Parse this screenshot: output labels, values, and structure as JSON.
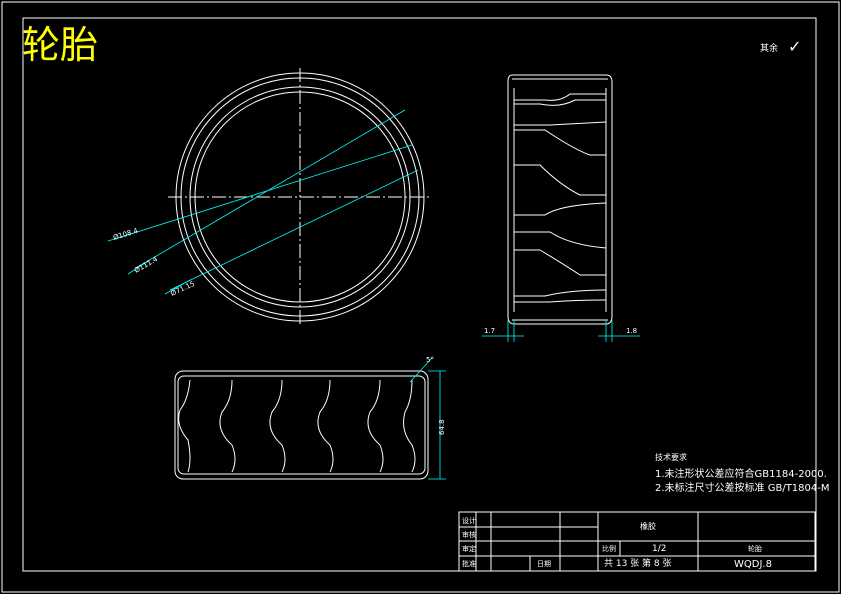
{
  "title": "轮胎",
  "roughness_label": "其余",
  "roughness_mark": "✓",
  "dimensions": {
    "d1": "Ø108.4",
    "d2": "Ø111.4",
    "d3": "Ø71.15",
    "w_left": "1.7",
    "w_right": "1.8",
    "height": "64.8",
    "angle": "5°"
  },
  "tech_requirements": {
    "heading": "技术要求",
    "line1": "1.未注形状公差应符合GB1184-2000.",
    "line2": "2.未标注尺寸公差按标准 GB/T1804-M"
  },
  "title_block": {
    "design": "设计",
    "check": "审核",
    "review": "审定",
    "approve": "批准",
    "date": "日期",
    "material": "橡胶",
    "scale_label": "比例",
    "scale_value": "1/2",
    "sheet_info": "共 13 张 第 8 张",
    "part_name": "轮胎",
    "drawing_no": "WQDJ.8"
  },
  "colors": {
    "background": "#000000",
    "line": "#ffffff",
    "dimension": "#00ffff",
    "title": "#ffff00"
  }
}
